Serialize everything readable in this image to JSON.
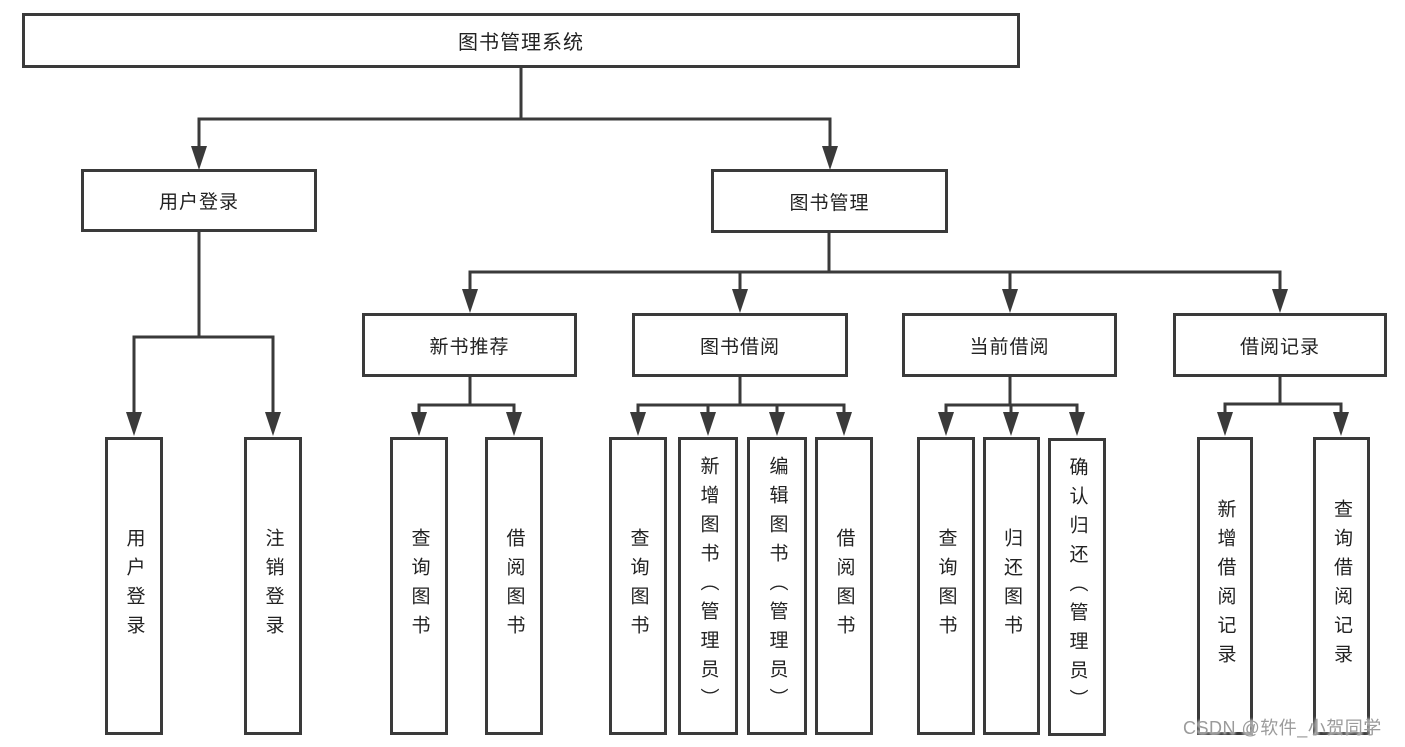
{
  "colors": {
    "line": "#3a3a3a",
    "node_border": "#3a3a3a",
    "node_text": "#222222",
    "watermark_text": "#9b9b9b",
    "background": "#ffffff"
  },
  "watermark": "CSDN @软件_小贺同学",
  "nodes": {
    "root": "图书管理系统",
    "user_login": "用户登录",
    "book_management": "图书管理",
    "new_book_recommendation": "新书推荐",
    "book_borrowing": "图书借阅",
    "current_borrowing": "当前借阅",
    "borrowing_records": "借阅记录",
    "ul_user_login": "用户登录",
    "ul_logout": "注销登录",
    "nb_query_books": "查询图书",
    "nb_borrow_books": "借阅图书",
    "bb_query_books": "查询图书",
    "bb_add_books_admin": "新增图书（管理员）",
    "bb_edit_books_admin": "编辑图书（管理员）",
    "bb_borrow_books": "借阅图书",
    "cb_query_books": "查询图书",
    "cb_return_books": "归还图书",
    "cb_confirm_return_admin": "确认归还（管理员）",
    "br_add_record": "新增借阅记录",
    "br_query_record": "查询借阅记录"
  }
}
